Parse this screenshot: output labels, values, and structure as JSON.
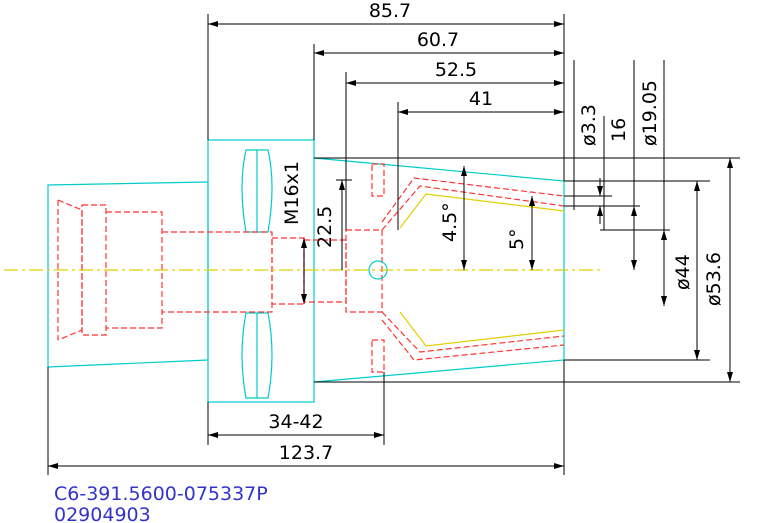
{
  "drawing": {
    "part_number": "C6-391.5600-075337P",
    "code": "02904903"
  },
  "dimensions": {
    "d_85_7": "85.7",
    "d_60_7": "60.7",
    "d_52_5": "52.5",
    "d_41": "41",
    "thread": "M16x1",
    "d_22_5": "22.5",
    "angle_4_5": "4.5°",
    "angle_5": "5°",
    "dia_3_3": "ø3.3",
    "d_16": "16",
    "dia_19_05": "ø19.05",
    "dia_44": "ø44",
    "dia_53_6": "ø53.6",
    "d_34_42": "34-42",
    "d_123_7": "123.7"
  },
  "colors": {
    "outline": "#00cccc",
    "hidden": "#ff3333",
    "centerline": "#e0d000",
    "dimension": "#000000",
    "note": "#3333cc"
  }
}
